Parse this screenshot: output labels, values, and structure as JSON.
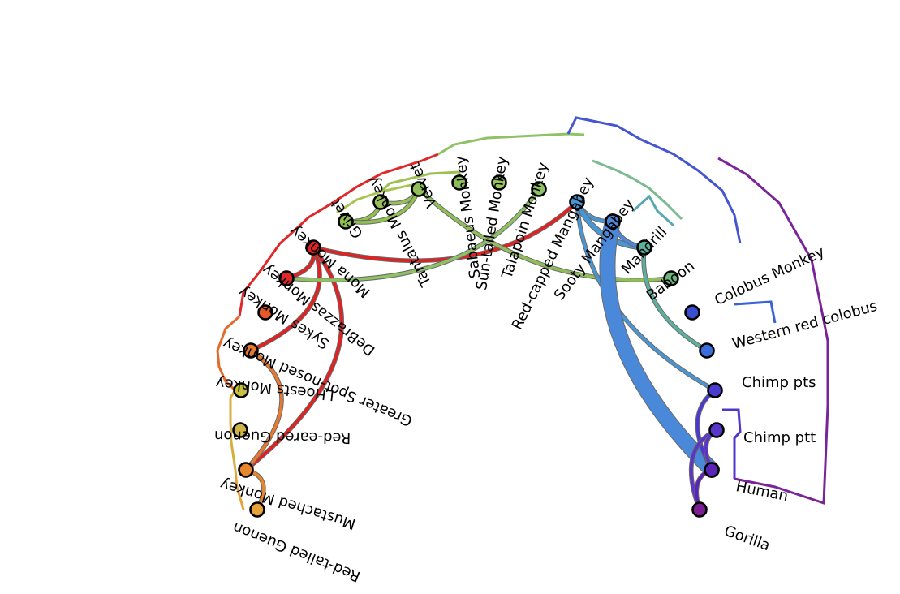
{
  "diagram": {
    "leaves": [
      {
        "key": "red_tailed_guenon",
        "label": "Red-tailed Guenon",
        "color": "#e8a23a"
      },
      {
        "key": "mustached_monkey",
        "label": "Mustached Monkey",
        "color": "#e8862e"
      },
      {
        "key": "red_eared_guenon",
        "label": "Red-eared Guenon",
        "color": "#d0b448"
      },
      {
        "key": "lhoests_monkey",
        "label": "LHoests Monkey",
        "color": "#c8c040"
      },
      {
        "key": "greater_spot_nosed_monkey",
        "label": "Greater Spot-nosed Monkey",
        "color": "#e87a30"
      },
      {
        "key": "sykes_monkey",
        "label": "Sykes Monkey",
        "color": "#e45a2a"
      },
      {
        "key": "debrazzas_monkey",
        "label": "DeBrazzas Monkey",
        "color": "#e02828"
      },
      {
        "key": "mona_monkey",
        "label": "Mona Monkey",
        "color": "#e02222"
      },
      {
        "key": "grivet",
        "label": "Grivet",
        "color": "#90c050"
      },
      {
        "key": "tantalus_monkey",
        "label": "Tantalus Monkey",
        "color": "#98c058"
      },
      {
        "key": "vervet",
        "label": "Vervet",
        "color": "#90be58"
      },
      {
        "key": "sabaeus_monkey",
        "label": "Sabaeus Monkey",
        "color": "#8cbc5a"
      },
      {
        "key": "sun_tailed_monkey",
        "label": "Sun-tailed Monkey",
        "color": "#98c45c"
      },
      {
        "key": "talapoin_monkey",
        "label": "Talapoin Monkey",
        "color": "#8ec264"
      },
      {
        "key": "red_capped_mangabey",
        "label": "Red-capped Mangabey",
        "color": "#4a96d2"
      },
      {
        "key": "sooty_mangabey",
        "label": "Sooty Mangabey",
        "color": "#4a88da"
      },
      {
        "key": "mandrill",
        "label": "Mandrill",
        "color": "#5cb09e"
      },
      {
        "key": "baboon",
        "label": "Baboon",
        "color": "#6cb47e"
      },
      {
        "key": "colobus_monkey",
        "label": "Colobus Monkey",
        "color": "#3a4ed2"
      },
      {
        "key": "western_red_colobus",
        "label": "Western red colobus",
        "color": "#3a6ede"
      },
      {
        "key": "chimp_pts",
        "label": "Chimp pts",
        "color": "#4a3ad0"
      },
      {
        "key": "chimp_ptt",
        "label": "Chimp ptt",
        "color": "#5a36c8"
      },
      {
        "key": "human",
        "label": "Human",
        "color": "#5a24b8"
      },
      {
        "key": "gorilla",
        "label": "Gorilla",
        "color": "#7a1e92"
      }
    ],
    "tree": [
      {
        "from": "red_tailed_guenon",
        "to": "mustached_monkey",
        "color": "#e8982e"
      },
      {
        "from": "mustached_monkey",
        "to": "red_eared_guenon",
        "color": "#d4a83a"
      },
      {
        "from": "red_eared_guenon",
        "to": "lhoests_monkey",
        "color": "#ccb640"
      },
      {
        "from": "greater_spot_nosed_monkey",
        "to": "sykes_monkey",
        "color": "#e46a2c"
      },
      {
        "from": "lhoests_monkey",
        "to": "greater_spot_nosed_monkey",
        "color": "#e25a2a"
      },
      {
        "from": "debrazzas_monkey",
        "to": "mona_monkey",
        "color": "#e02424"
      },
      {
        "from": "sykes_monkey",
        "to": "debrazzas_monkey",
        "color": "#e02828"
      },
      {
        "from": "grivet",
        "to": "tantalus_monkey",
        "color": "#a4c450"
      },
      {
        "from": "tantalus_monkey",
        "to": "vervet",
        "color": "#a8c452"
      },
      {
        "from": "vervet",
        "to": "sabaeus_monkey",
        "color": "#a0c24e"
      },
      {
        "from": "sabaeus_monkey",
        "to": "sun_tailed_monkey",
        "color": "#9cc052"
      },
      {
        "from": "sun_tailed_monkey",
        "to": "talapoin_monkey",
        "color": "#8ec264"
      },
      {
        "from": "mona_monkey",
        "to": "grivet",
        "color": "#e02222"
      },
      {
        "from": "red_capped_mangabey",
        "to": "sooty_mangabey",
        "color": "#4a96c8"
      },
      {
        "from": "mandrill",
        "to": "baboon",
        "color": "#62b28a"
      },
      {
        "from": "sooty_mangabey",
        "to": "mandrill",
        "color": "#58a8b0"
      },
      {
        "from": "talapoin_monkey",
        "to": "red_capped_mangabey",
        "color": "#7cba90"
      },
      {
        "from": "colobus_monkey",
        "to": "western_red_colobus",
        "color": "#3a62d8"
      },
      {
        "from": "baboon",
        "to": "colobus_monkey",
        "color": "#4656d0"
      },
      {
        "from": "chimp_pts",
        "to": "chimp_ptt",
        "color": "#5236cc"
      },
      {
        "from": "chimp_ptt",
        "to": "human",
        "color": "#5a2cbe"
      },
      {
        "from": "human",
        "to": "gorilla",
        "color": "#6a2ca8"
      },
      {
        "from": "western_red_colobus",
        "to": "gorilla",
        "color": "#7a249a"
      }
    ],
    "edges": [
      {
        "from": "mona_monkey",
        "to": "debrazzas_monkey",
        "weight": 2
      },
      {
        "from": "mona_monkey",
        "to": "greater_spot_nosed_monkey",
        "weight": 2
      },
      {
        "from": "mona_monkey",
        "to": "mustached_monkey",
        "weight": 2
      },
      {
        "from": "mona_monkey",
        "to": "red_capped_mangabey",
        "weight": 2
      },
      {
        "from": "greater_spot_nosed_monkey",
        "to": "mustached_monkey",
        "weight": 2
      },
      {
        "from": "mustached_monkey",
        "to": "red_tailed_guenon",
        "weight": 2
      },
      {
        "from": "grivet",
        "to": "tantalus_monkey",
        "weight": 2
      },
      {
        "from": "tantalus_monkey",
        "to": "vervet",
        "weight": 2
      },
      {
        "from": "grivet",
        "to": "vervet",
        "weight": 2
      },
      {
        "from": "vervet",
        "to": "baboon",
        "weight": 2
      },
      {
        "from": "talapoin_monkey",
        "to": "debrazzas_monkey",
        "weight": 2
      },
      {
        "from": "red_capped_mangabey",
        "to": "sooty_mangabey",
        "weight": 2
      },
      {
        "from": "red_capped_mangabey",
        "to": "mandrill",
        "weight": 3
      },
      {
        "from": "sooty_mangabey",
        "to": "mandrill",
        "weight": 2
      },
      {
        "from": "mandrill",
        "to": "western_red_colobus",
        "weight": 2
      },
      {
        "from": "red_capped_mangabey",
        "to": "chimp_pts",
        "weight": 2
      },
      {
        "from": "sooty_mangabey",
        "to": "human",
        "weight": 10
      },
      {
        "from": "chimp_pts",
        "to": "human",
        "weight": 2
      },
      {
        "from": "chimp_ptt",
        "to": "gorilla",
        "weight": 2
      },
      {
        "from": "human",
        "to": "gorilla",
        "weight": 2
      },
      {
        "from": "chimp_ptt",
        "to": "human",
        "weight": 2
      }
    ]
  }
}
